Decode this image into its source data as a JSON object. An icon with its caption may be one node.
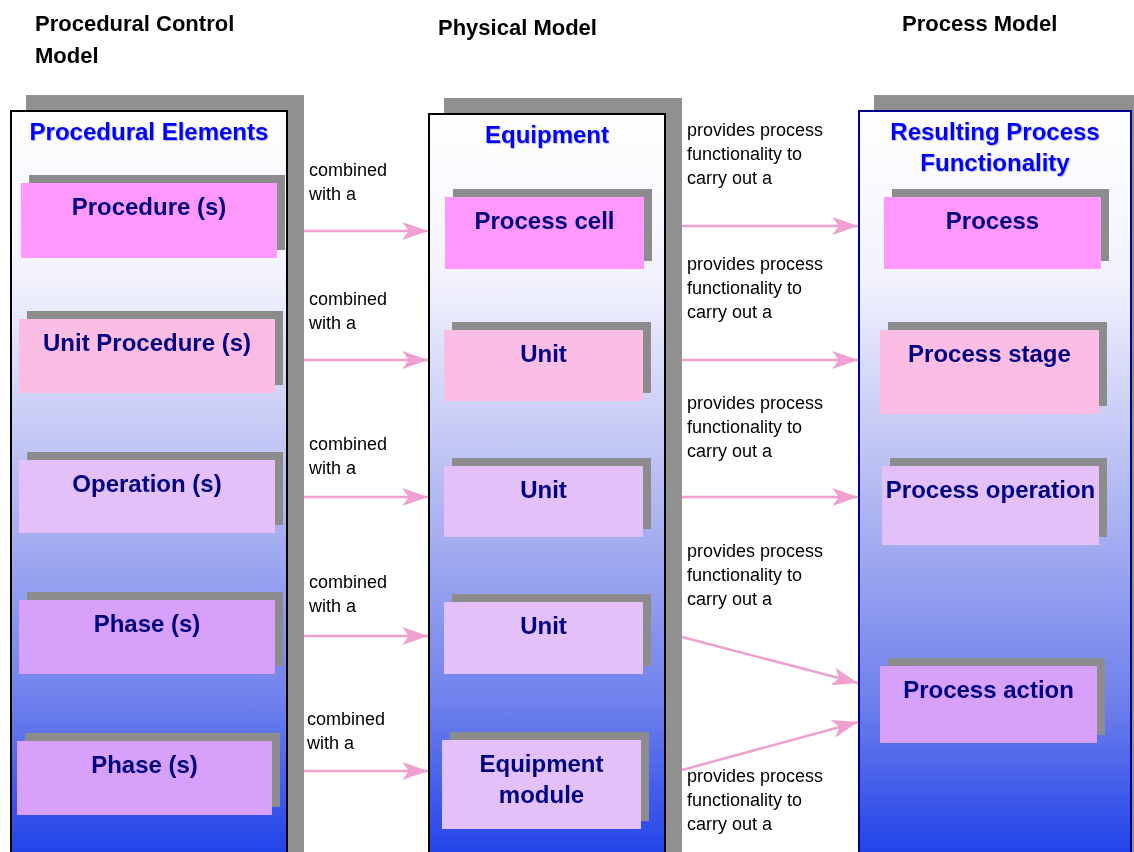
{
  "diagram": {
    "nodes": [
      {
        "text": [
          "Procedural Elements"
        ]
      },
      {
        "text": [
          "Procedure (s)"
        ],
        "in": 0
      },
      {
        "text": [
          "Unit Procedure (s)"
        ],
        "in": 0
      },
      {
        "text": [
          "Operation (s)"
        ],
        "in": 0
      },
      {
        "text": [
          "Phase (s)"
        ],
        "in": 0
      },
      {
        "text": [
          "Phase (s)"
        ],
        "in": 0
      },
      {
        "text": [
          "Equipment"
        ]
      },
      {
        "text": [
          "Process cell"
        ],
        "in": 6
      },
      {
        "text": [
          "Unit"
        ],
        "in": 6
      },
      {
        "text": [
          "Unit"
        ],
        "in": 6
      },
      {
        "text": [
          "Unit"
        ],
        "in": 6
      },
      {
        "text": [
          "Equipment module"
        ],
        "in": 6
      },
      {
        "text": [
          "Resulting Process Functionality"
        ]
      },
      {
        "text": [
          "Process"
        ],
        "in": 12
      },
      {
        "text": [
          "Process stage"
        ],
        "in": 12
      },
      {
        "text": [
          "Process operation"
        ],
        "in": 12
      },
      {
        "text": [
          "Process action"
        ],
        "in": 12
      }
    ],
    "edges": [
      {
        "from": 1,
        "to": 7,
        "arrow": "to",
        "label": "combined with a"
      },
      {
        "from": 2,
        "to": 8,
        "arrow": "to",
        "label": "combined with a"
      },
      {
        "from": 3,
        "to": 9,
        "arrow": "to",
        "label": "combined with a"
      },
      {
        "from": 4,
        "to": 10,
        "arrow": "to",
        "label": "combined with a"
      },
      {
        "from": 5,
        "to": 11,
        "arrow": "to",
        "label": "combined with a"
      },
      {
        "from": 7,
        "to": 13,
        "arrow": "to",
        "label": "provides process functionality to carry out a"
      },
      {
        "from": 8,
        "to": 14,
        "arrow": "to",
        "label": "provides process functionality to carry out a"
      },
      {
        "from": 9,
        "to": 15,
        "arrow": "to",
        "label": "provides process functionality to carry out a"
      },
      {
        "from": 10,
        "to": 16,
        "arrow": "to",
        "label": "provides process functionality to carry out a"
      },
      {
        "from": 11,
        "to": 16,
        "arrow": "to",
        "label": "provides process functionality to carry out a"
      }
    ],
    "labels": [
      "Procedural Control Model",
      "Physical Model",
      "Process Model"
    ]
  }
}
